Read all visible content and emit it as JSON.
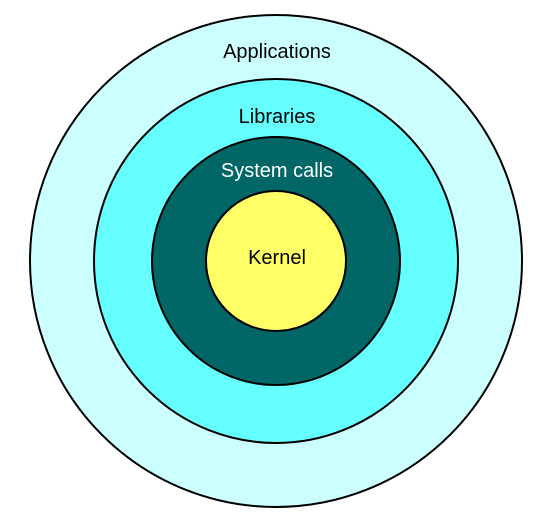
{
  "rings": [
    {
      "label": "Applications",
      "fill": "#ccffff",
      "text_color": "#000000"
    },
    {
      "label": "Libraries",
      "fill": "#66ffff",
      "text_color": "#000000"
    },
    {
      "label": "System calls",
      "fill": "#006666",
      "text_color": "#ffffff"
    },
    {
      "label": "Kernel",
      "fill": "#ffff66",
      "text_color": "#000000"
    }
  ],
  "stroke_color": "#000000"
}
